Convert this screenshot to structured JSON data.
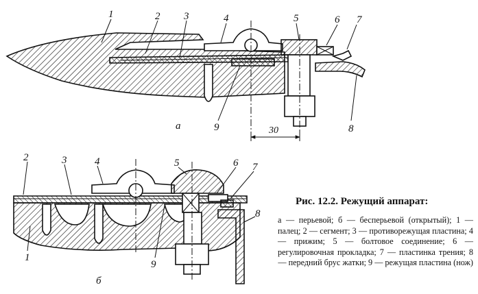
{
  "figure": {
    "caption_title": "Рис. 12.2. Режущий аппарат:",
    "caption_body": "а — перьевой; б — бесперьевой (открытый); 1 — палец; 2 — сегмент; 3 — противорежущая пластина; 4 — прижим; 5 — болтовое соединение; 6 — регулировочная прокладка; 7 — пластинка трения; 8 — передний брус жатки; 9 — режущая пластина (нож)",
    "view_a": {
      "letter": "а",
      "dimension": "30",
      "labels": [
        "1",
        "2",
        "3",
        "4",
        "5",
        "6",
        "7",
        "8",
        "9"
      ]
    },
    "view_b": {
      "letter": "б",
      "labels": [
        "1",
        "2",
        "3",
        "4",
        "5",
        "6",
        "7",
        "8",
        "9"
      ]
    }
  }
}
